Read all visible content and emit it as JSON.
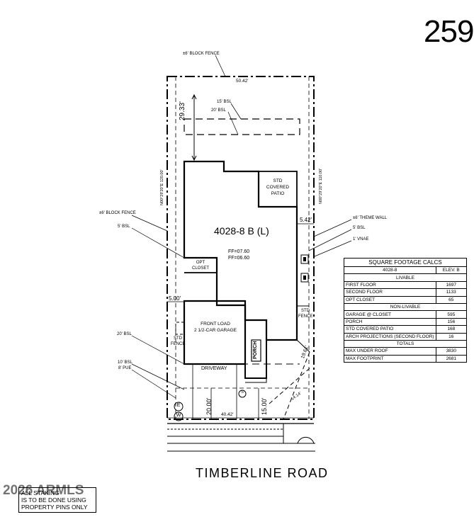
{
  "lot_number": "259",
  "plan_label": "4028-8 B (L)",
  "ff_line1": "FF=07.60",
  "ff_line2": "FF=06.60",
  "rooms": {
    "patio_line1": "STD",
    "patio_line2": "COVERED",
    "patio_line3": "PATIO",
    "closet_line1": "OPT",
    "closet_line2": "CLOSET",
    "garage_line1": "FRONT LOAD",
    "garage_line2": "2 1/2-CAR GARAGE",
    "porch": "PORCH",
    "driveway": "DRIVEWAY"
  },
  "callouts": {
    "block_fence_top": "±6' BLOCK FENCE",
    "bsl_15": "15' BSL",
    "bsl_20_top": "20' BSL",
    "block_fence_left": "±6' BLOCK FENCE",
    "bsl_5_left": "5' BSL",
    "bsl_20_left": "20' BSL",
    "bsl_10": "10' BSL",
    "pue_8": "8' PUE",
    "theme_wall": "±6' THEME WALL",
    "bsl_5_right": "5' BSL",
    "vnae": "1' VNAE",
    "std_fence_left_1": "STD",
    "std_fence_left_2": "FENCE",
    "std_fence_right_1": "STD",
    "std_fence_right_2": "FENCE"
  },
  "dimensions": {
    "top_width": "50.42'",
    "front_width": "40.42'",
    "rear_setback": "29.33'",
    "left_bearing": "N00°29'20\"E 120.00'",
    "right_bearing": "N00°29'20\"E 110.00'",
    "right_side": "5.42'",
    "left_side": "5.00'",
    "front_20": "20.00'",
    "front_15": "15.00'",
    "diag_1": "19.61'",
    "diag_2": "14.14'"
  },
  "utility": {
    "e": "E",
    "w": "W",
    "s": "S"
  },
  "road_name": "TIMBERLINE ROAD",
  "note": {
    "line1": "ALL STAKING",
    "line2": "IS TO BE DONE USING",
    "line3": "PROPERTY PINS ONLY"
  },
  "copyright": "2026 ARMLS",
  "sqft_table": {
    "title": "SQUARE FOOTAGE CALCS",
    "plan": "4028-8",
    "elev": "ELEV. B",
    "livable_header": "LIVABLE",
    "livable": [
      {
        "label": "FIRST FLOOR",
        "value": "1697"
      },
      {
        "label": "SECOND FLOOR",
        "value": "1133"
      },
      {
        "label": "OPT CLOSET",
        "value": "65"
      }
    ],
    "nonlivable_header": "NON-LIVABLE",
    "nonlivable": [
      {
        "label": "GARAGE @ CLOSET",
        "value": "595"
      },
      {
        "label": "PORCH",
        "value": "156"
      },
      {
        "label": "STD COVERED PATIO",
        "value": "168"
      },
      {
        "label": "ARCH PROJECTIONS (SECOND FLOOR)",
        "value": "16"
      }
    ],
    "totals_header": "TOTALS",
    "totals": [
      {
        "label": "MAX UNDER ROOF",
        "value": "3830"
      },
      {
        "label": "MAX FOOTPRINT",
        "value": "2681"
      }
    ]
  }
}
